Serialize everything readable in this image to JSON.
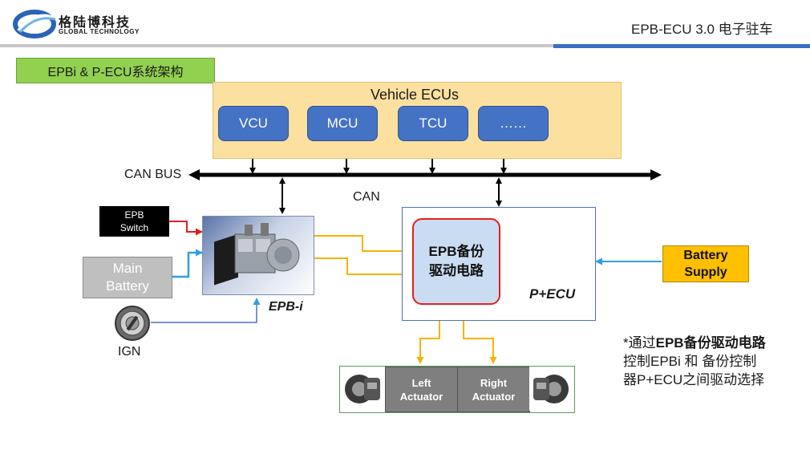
{
  "header": {
    "logo_cn": "格陆博科技",
    "logo_en": "GLOBAL TECHNOLOGY",
    "title": "EPB-ECU 3.0  电子驻车"
  },
  "section_label": "EPBi & P-ECU系统架构",
  "diagram": {
    "vehicle_ecus_title": "Vehicle ECUs",
    "ecus": [
      "VCU",
      "MCU",
      "TCU",
      "……"
    ],
    "can_bus_label": "CAN BUS",
    "can_label": "CAN",
    "epb_switch": [
      "EPB",
      "Switch"
    ],
    "main_battery": [
      "Main",
      "Battery"
    ],
    "ign_label": "IGN",
    "epbi_label": "EPB-i",
    "pecu_label": "P+ECU",
    "epb_backup": [
      "EPB备份",
      "驱动电路"
    ],
    "battery_supply": [
      "Battery",
      "Supply"
    ],
    "left_actuator": [
      "Left",
      "Actuator"
    ],
    "right_actuator": [
      "Right",
      "Actuator"
    ]
  },
  "note": {
    "prefix": "*通过",
    "bold": "EPB备份驱动电路",
    "line2": "控制EPBi 和 备份控制",
    "line3": "器P+ECU之间驱动选择"
  },
  "colors": {
    "accent_blue": "#4472c4",
    "section_green": "#92d050",
    "ecu_area_fill": "#fbe0a0",
    "battery_supply_fill": "#ffc000",
    "arrow_yellow": "#f5b400",
    "arrow_blue": "#2ea0e0",
    "arrow_red": "#e02020"
  }
}
